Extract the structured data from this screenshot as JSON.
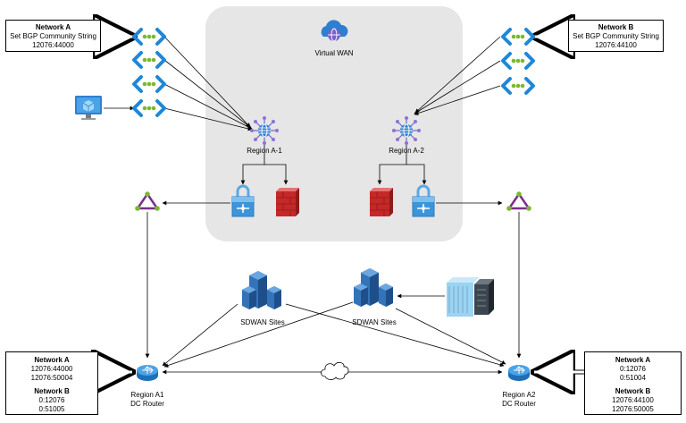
{
  "virtual_wan": {
    "label": "Virtual WAN"
  },
  "network_a_top": {
    "title": "Network A",
    "line1": "Set BGP Community String",
    "line2": "12076:44000"
  },
  "network_b_top": {
    "title": "Network B",
    "line1": "Set BGP Community String",
    "line2": "12076:44100"
  },
  "hub1": {
    "label": "Region A-1"
  },
  "hub2": {
    "label": "Region A-2"
  },
  "sdwan": {
    "label1": "SDWAN Sites",
    "label2": "SDWAN Sites"
  },
  "router_a1": {
    "line1": "Region A1",
    "line2": "DC Router"
  },
  "router_a2": {
    "line1": "Region A2",
    "line2": "DC Router"
  },
  "left_box": {
    "title_a": "Network A",
    "a1": "12076:44000",
    "a2": "12076:50004",
    "title_b": "Network B",
    "b1": "0:12076",
    "b2": "0:51005"
  },
  "right_box": {
    "title_a": "Network A",
    "a1": "0:12076",
    "a2": "0:51004",
    "title_b": "Network B",
    "b1": "12076:44100",
    "b2": "12076:50005"
  },
  "colors": {
    "vwan_bg": "#e6e6e6",
    "vnet_blue": "#1e88d8",
    "vnet_green": "#7cb82f",
    "hub": "#7b61c9",
    "firewall": "#d32f2f",
    "er": "#7b2c8c"
  }
}
